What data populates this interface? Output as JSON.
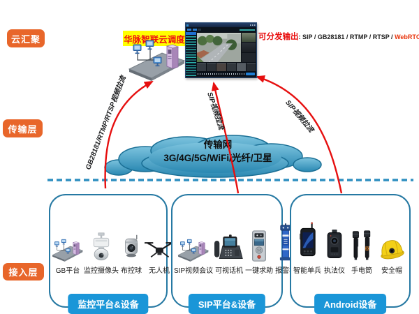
{
  "layers": {
    "cloud": "云汇聚",
    "transport": "传输层",
    "access": "接入层"
  },
  "title": {
    "platform": "华脉智联云调度"
  },
  "distribution": {
    "prefix": "可分发输出",
    "mid": ": SIP / GB28181 / RTMP / RTSP / ",
    "webrtc": "WebRTC......"
  },
  "cloud": {
    "name": "传输网",
    "links": "3G/4G/5G/WiFi/光纤/卫星"
  },
  "flows": {
    "gb": "GB28181/RTMP/RTSP视频拉流",
    "sip_mid": "SIP视频拉流",
    "sip_right": "SIP视频拉流"
  },
  "groups": [
    {
      "banner": "监控平台&设备",
      "devices": [
        {
          "label": "GB平台"
        },
        {
          "label": "监控摄像头"
        },
        {
          "label": "布控球"
        },
        {
          "label": "无人机"
        }
      ]
    },
    {
      "banner": "SIP平台&设备",
      "devices": [
        {
          "label": "SIP视频会议"
        },
        {
          "label": "可视话机"
        },
        {
          "label": "一键求助"
        },
        {
          "label": "报警柱"
        }
      ]
    },
    {
      "banner": "Android设备",
      "devices": [
        {
          "label": "智能单兵"
        },
        {
          "label": "执法仪"
        },
        {
          "label": "手电筒"
        },
        {
          "label": "安全帽"
        }
      ]
    }
  ],
  "colors": {
    "layer_orange": "#e8662a",
    "banner_blue": "#1a96d8",
    "arrow_red": "#e60f0f",
    "cloud_blue": "#2a88b2",
    "dashed_blue": "#2e8fc0",
    "highlight_yellow": "#ffff00",
    "title_red": "#ee1010"
  }
}
